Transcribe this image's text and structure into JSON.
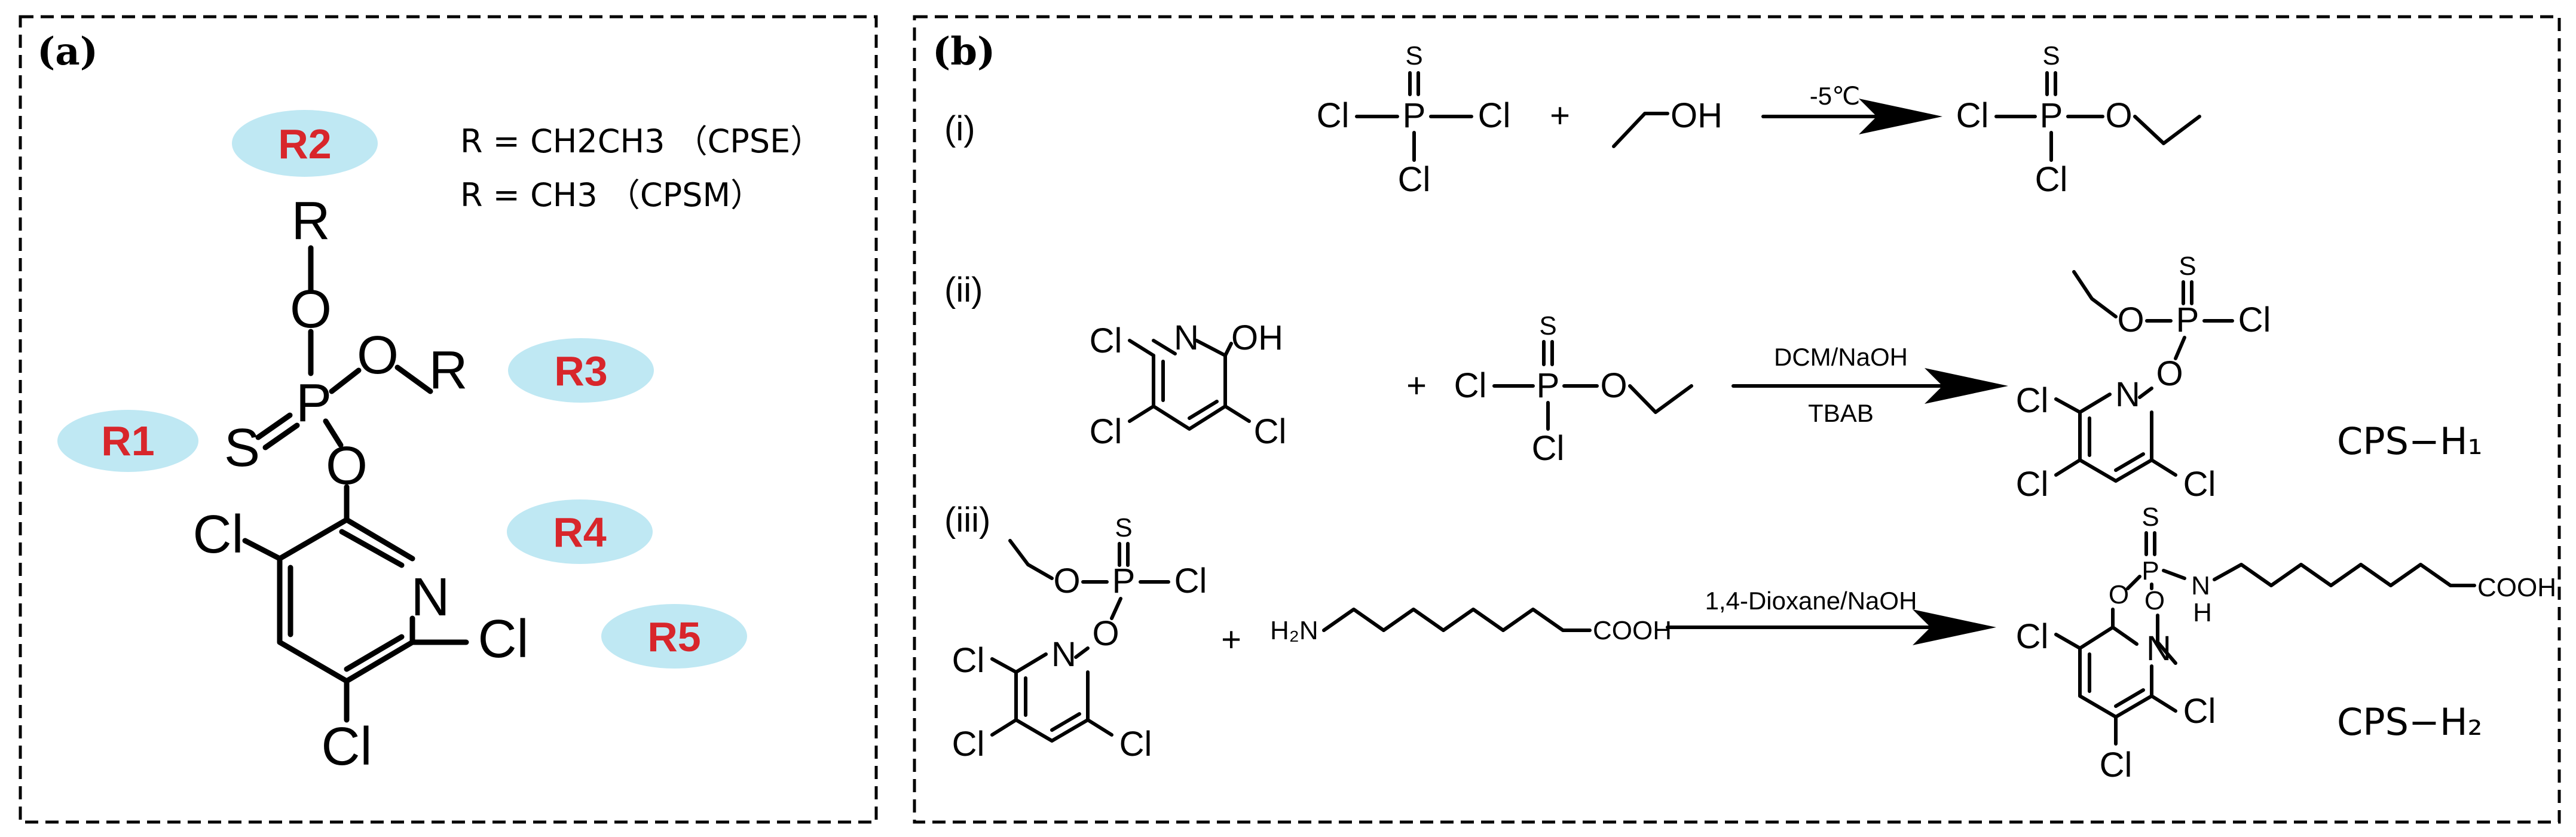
{
  "panels": {
    "a_label": "(a)",
    "b_label": "(b)"
  },
  "panel_a": {
    "r_tags": [
      "R1",
      "R2",
      "R3",
      "R4",
      "R5"
    ],
    "legend_line1": "R = CH2CH3 （CPSE）",
    "legend_line2": "R = CH3 （CPSM）",
    "atoms": {
      "R_top": "R",
      "O_top": "O",
      "P": "P",
      "O_right": "O",
      "R_right": "R",
      "S": "S",
      "O_bottom": "O",
      "N": "N",
      "Cl_left": "Cl",
      "Cl_right": "Cl",
      "Cl_bottom": "Cl"
    },
    "tag_color": "#d8262b",
    "ellipse_color": "#bfe8f3"
  },
  "panel_b": {
    "steps": [
      "(i)",
      "(ii)",
      "(iii)"
    ],
    "step_i": {
      "reagent1": {
        "S": "S",
        "P": "P",
        "Cl_left": "Cl",
        "Cl_right": "Cl",
        "Cl_down": "Cl"
      },
      "plus": "+",
      "reagent2": "OH",
      "condition": "-5℃",
      "product": {
        "S": "S",
        "P": "P",
        "Cl_left": "Cl",
        "Cl_down": "Cl",
        "O": "O"
      }
    },
    "step_ii": {
      "pyridinol": {
        "Cl1": "Cl",
        "N": "N",
        "OH": "OH",
        "Cl2": "Cl",
        "Cl3": "Cl"
      },
      "plus": "+",
      "reagent": {
        "S": "S",
        "P": "P",
        "Cl_left": "Cl",
        "Cl_down": "Cl",
        "O": "O"
      },
      "condition_top": "DCM/NaOH",
      "condition_bottom": "TBAB",
      "product": {
        "O": "O",
        "S": "S",
        "P": "P",
        "Cl_p": "Cl",
        "O2": "O",
        "N": "N",
        "Cl1": "Cl",
        "Cl2": "Cl",
        "Cl3": "Cl"
      },
      "name": "CPS−H₁"
    },
    "step_iii": {
      "reactant": {
        "O": "O",
        "S": "S",
        "P": "P",
        "Cl_p": "Cl",
        "O2": "O",
        "N": "N",
        "Cl1": "Cl",
        "Cl2": "Cl",
        "Cl3": "Cl"
      },
      "plus": "+",
      "amine": {
        "H2N": "H₂N",
        "COOH": "COOH"
      },
      "condition": "1,4-Dioxane/NaOH",
      "product": {
        "S": "S",
        "P": "P",
        "O1": "O",
        "O2": "O",
        "N_H": "N",
        "H": "H",
        "COOH": "COOH",
        "N": "N",
        "Cl1": "Cl",
        "Cl2": "Cl",
        "Cl3": "Cl"
      },
      "name": "CPS−H₂"
    }
  }
}
